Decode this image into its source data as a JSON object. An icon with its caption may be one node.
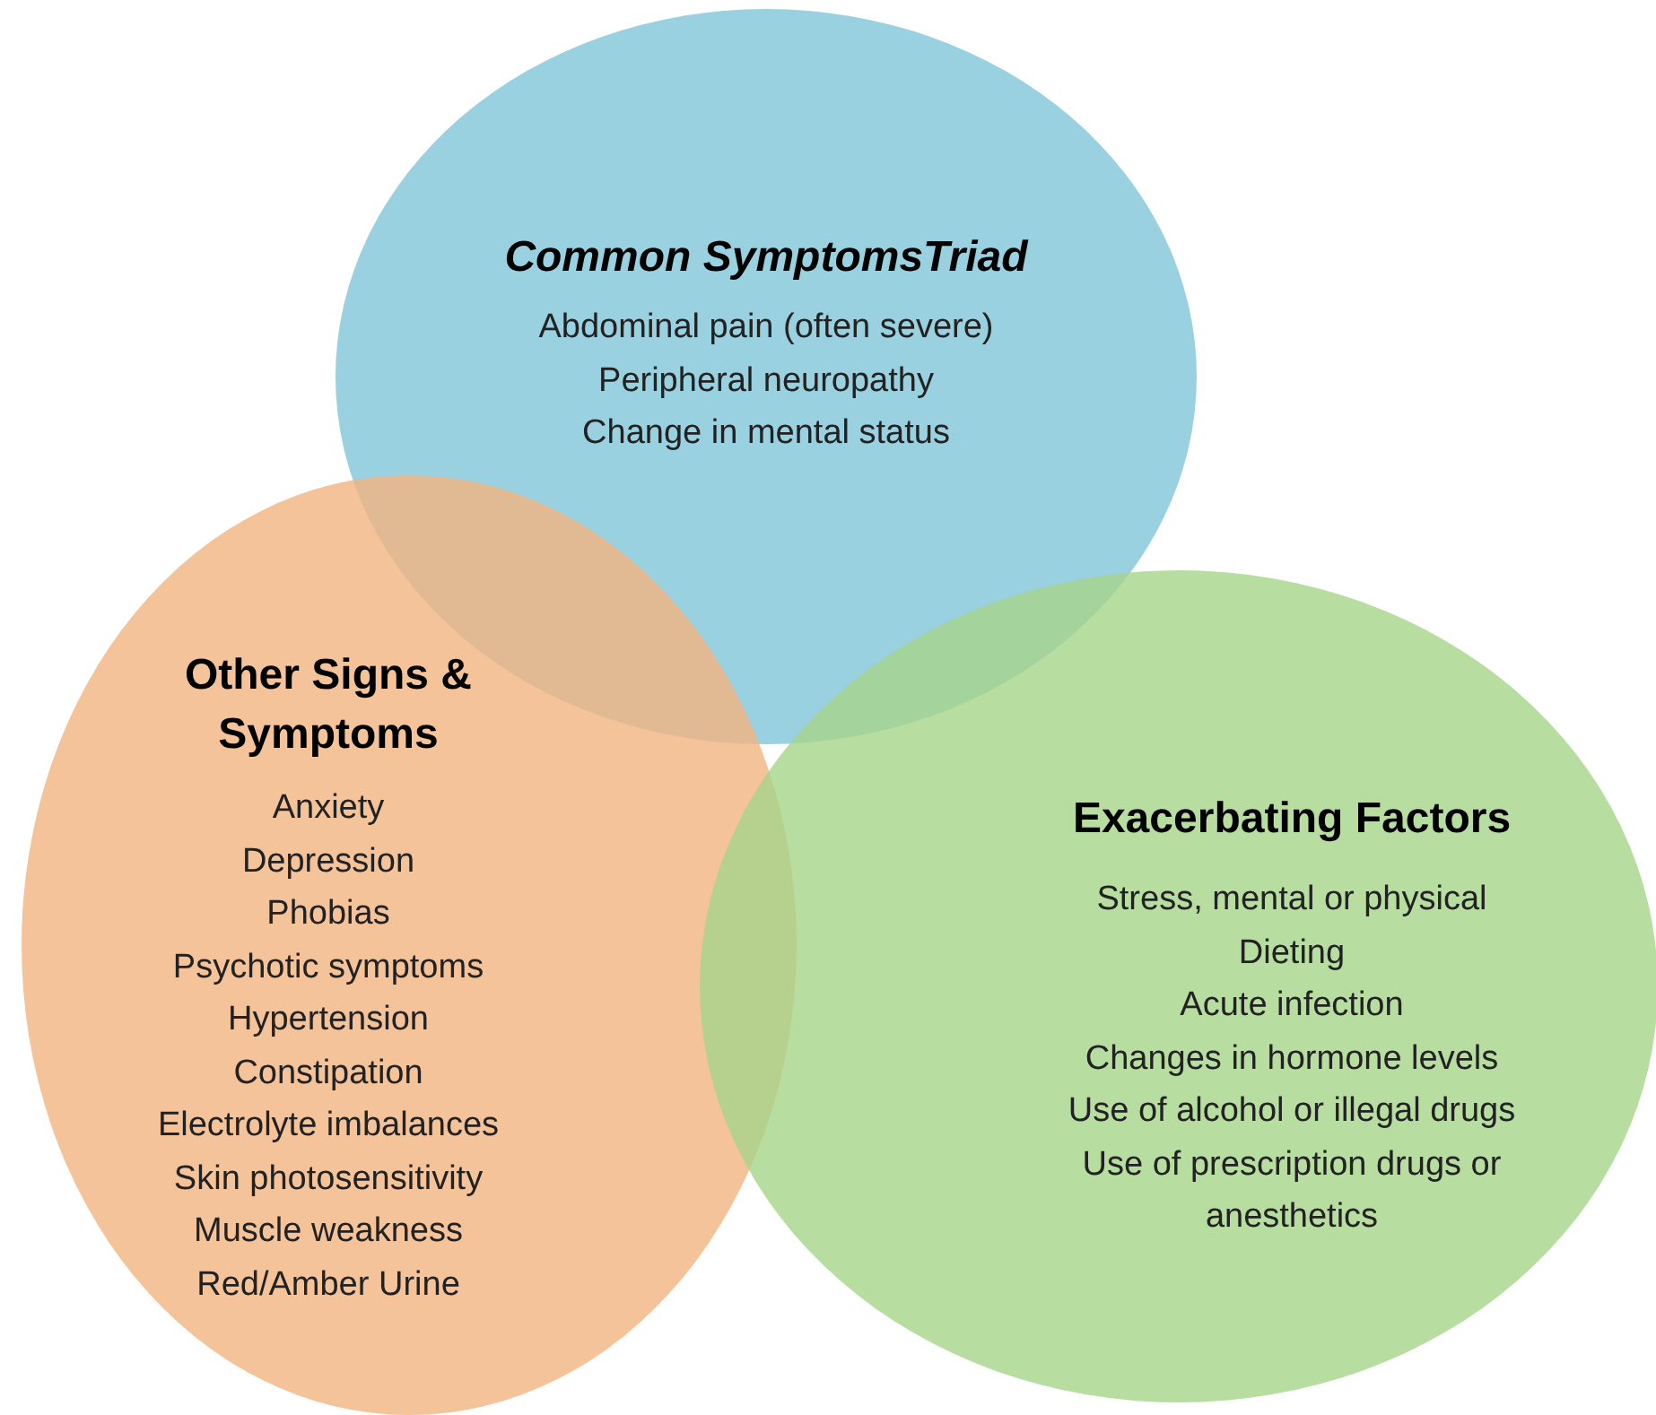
{
  "diagram": {
    "nodes": [
      {
        "text": [
          "Common SymptomsTriad",
          "Abdominal pain (often severe)",
          "Peripheral neuropathy",
          "Change in mental status"
        ]
      },
      {
        "text": [
          "Other Signs & Symptoms",
          "Anxiety",
          "Depression",
          "Phobias",
          "Psychotic symptoms",
          "Hypertension",
          "Constipation",
          "Electrolyte imbalances",
          "Skin photosensitivity",
          "Muscle weakness",
          "Red/Amber Urine"
        ]
      },
      {
        "text": [
          "Exacerbating Factors",
          "Stress, mental or physical",
          "Dieting",
          "Acute infection",
          "Changes in hormone levels",
          "Use of alcohol or illegal drugs",
          "Use of prescription drugs or anesthetics"
        ]
      }
    ]
  }
}
